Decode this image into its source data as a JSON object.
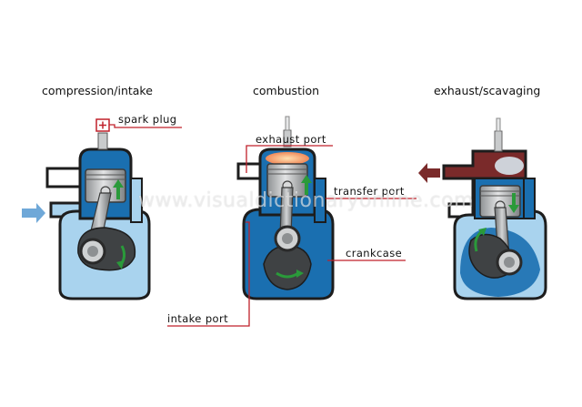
{
  "diagram": {
    "stages": [
      {
        "title": "compression/intake"
      },
      {
        "title": "combustion"
      },
      {
        "title": "exhaust/scavaging"
      }
    ],
    "labels": {
      "spark_plug": "spark plug",
      "exhaust_port": "exhaust port",
      "transfer_port": "transfer port",
      "crankcase": "crankcase",
      "intake_port": "intake port"
    },
    "watermark": "www.visualdictionaryonline.com",
    "colors": {
      "fuel_mix_dark": "#1a6fb0",
      "fuel_mix_light": "#a9d3ee",
      "casing_outline": "#1d1d1d",
      "metal": "#c9cbcc",
      "exhaust_gas": "#7a2a2a",
      "motion_arrow": "#2a9a3a",
      "leader_line": "#c0202a",
      "intake_arrow": "#6fa8d8",
      "combustion_glow": "#f4a36a"
    },
    "icons": [
      "spark-plug-icon",
      "intake-arrow-icon",
      "exhaust-arrow-icon",
      "up-arrow-icon",
      "down-arrow-icon",
      "rotation-arrow-icon"
    ]
  }
}
